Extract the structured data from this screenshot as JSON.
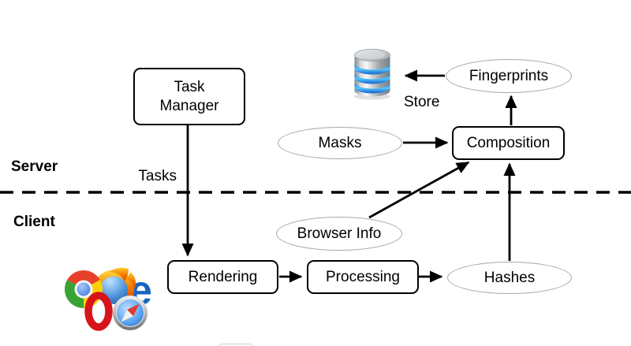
{
  "zones": {
    "server": "Server",
    "client": "Client"
  },
  "nodes": {
    "task_manager": "Task Manager",
    "composition": "Composition",
    "rendering": "Rendering",
    "processing": "Processing",
    "fingerprints": "Fingerprints",
    "masks": "Masks",
    "browser_info": "Browser Info",
    "hashes": "Hashes"
  },
  "labels": {
    "tasks": "Tasks",
    "store": "Store"
  },
  "icons": {
    "database": "database-icon",
    "browsers": [
      "chrome-icon",
      "firefox-icon",
      "ie-icon",
      "opera-icon",
      "safari-icon"
    ],
    "ie_glyph": "e"
  },
  "arrows": [
    {
      "from": "task_manager",
      "to": "rendering",
      "label": "Tasks"
    },
    {
      "from": "rendering",
      "to": "processing"
    },
    {
      "from": "processing",
      "to": "hashes"
    },
    {
      "from": "hashes",
      "to": "composition"
    },
    {
      "from": "browser_info",
      "to": "composition"
    },
    {
      "from": "masks",
      "to": "composition"
    },
    {
      "from": "composition",
      "to": "fingerprints"
    },
    {
      "from": "fingerprints",
      "to": "database",
      "label": "Store"
    }
  ],
  "colors": {
    "line": "#000000",
    "box_border": "#000000",
    "ellipse_border": "#a6a6a6",
    "db_band_blue": "#2b9cf2",
    "db_silver": "#b9bec3",
    "chrome_red": "#e8402a",
    "chrome_green": "#3aa335",
    "chrome_yellow": "#fcd006",
    "chrome_blue": "#4e8ef5",
    "firefox_blue": "#4a90d9",
    "firefox_orange": "#f57c00",
    "ie_blue": "#1565c0",
    "opera_red": "#d6141c",
    "safari_blue": "#3c8cf0",
    "safari_needle_red": "#e03c31"
  }
}
